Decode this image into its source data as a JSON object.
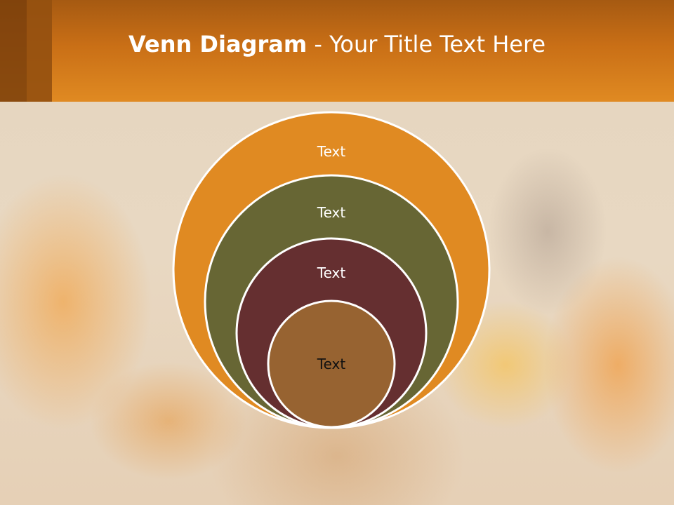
{
  "title": {
    "bold_part": "Venn Diagram",
    "rest": " - Your Title Text Here"
  },
  "colors": {
    "header": "#e08a22",
    "ring1": "#e08a22",
    "ring2": "#676634",
    "ring3": "#652f30",
    "ring4": "#976331"
  },
  "diagram": {
    "rings": [
      {
        "label": "Text",
        "color": "#e08a22",
        "text_color": "#ffffff"
      },
      {
        "label": "Text",
        "color": "#676634",
        "text_color": "#ffffff"
      },
      {
        "label": "Text",
        "color": "#652f30",
        "text_color": "#ffffff"
      },
      {
        "label": "Text",
        "color": "#976331",
        "text_color": "#111111"
      }
    ]
  }
}
